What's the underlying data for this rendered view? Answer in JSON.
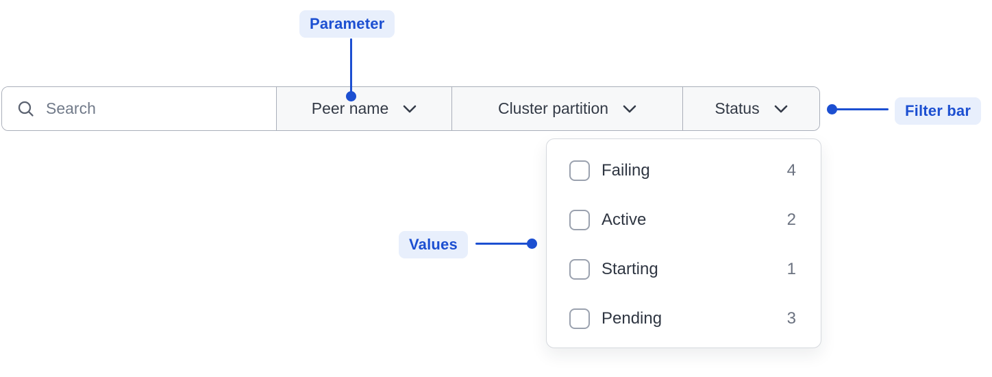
{
  "annotations": {
    "parameter": {
      "label": "Parameter"
    },
    "filter_bar": {
      "label": "Filter bar"
    },
    "values": {
      "label": "Values"
    }
  },
  "filter_bar": {
    "search": {
      "placeholder": "Search",
      "icon": "search-icon",
      "value": ""
    },
    "parameters": [
      {
        "label": "Peer name",
        "icon": "chevron-down-icon"
      },
      {
        "label": "Cluster partition",
        "icon": "chevron-down-icon"
      },
      {
        "label": "Status",
        "icon": "chevron-down-icon"
      }
    ]
  },
  "status_dropdown": {
    "items": [
      {
        "label": "Failing",
        "count": "4",
        "checked": false
      },
      {
        "label": "Active",
        "count": "2",
        "checked": false
      },
      {
        "label": "Starting",
        "count": "1",
        "checked": false
      },
      {
        "label": "Pending",
        "count": "3",
        "checked": false
      }
    ]
  },
  "colors": {
    "annotation_blue": "#1c4fd1",
    "annotation_pill_bg": "#e8effc",
    "bar_border": "#a9aeb9",
    "segment_bg": "#f7f8f9",
    "panel_border": "#d5d8dd",
    "checkbox_border": "#9aa1ae",
    "label_text": "#333a46",
    "count_text": "#6b7280",
    "placeholder_text": "#717a89"
  }
}
